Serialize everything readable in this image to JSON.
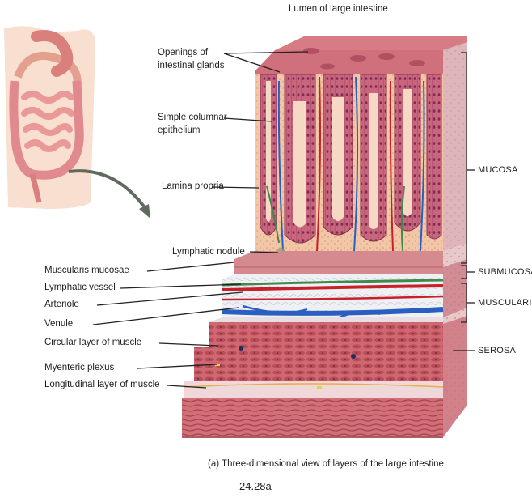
{
  "labels": {
    "lumen": "Lumen of large intestine",
    "openings_1": "Openings of",
    "openings_2": "intestinal glands",
    "simple_columnar_1": "Simple columnar",
    "simple_columnar_2": "epithelium",
    "lamina_propria": "Lamina propria",
    "lymphatic_nodule": "Lymphatic nodule",
    "muscularis_mucosae": "Muscularis mucosae",
    "lymphatic_vessel": "Lymphatic vessel",
    "arteriole": "Arteriole",
    "venule": "Venule",
    "circular_muscle": "Circular layer of muscle",
    "myenteric_plexus": "Myenteric plexus",
    "longitudinal_muscle": "Longitudinal layer of muscle"
  },
  "layers": {
    "mucosa": "MUCOSA",
    "submucosa": "SUBMUCOSA",
    "muscularis": "MUSCULARIS",
    "serosa": "SEROSA"
  },
  "caption": "(a) Three-dimensional view of layers of the large intestine",
  "figure_number": "24.28a",
  "colors": {
    "mucosa_pink": "#c8727f",
    "epithelium": "#b8607a",
    "lamina_propria": "#f2c9a8",
    "artery_red": "#c8202a",
    "vein_blue": "#2a5fc0",
    "lymph_green": "#3e8a4a",
    "muscle": "#c9606a",
    "skin": "#f7dccb"
  }
}
